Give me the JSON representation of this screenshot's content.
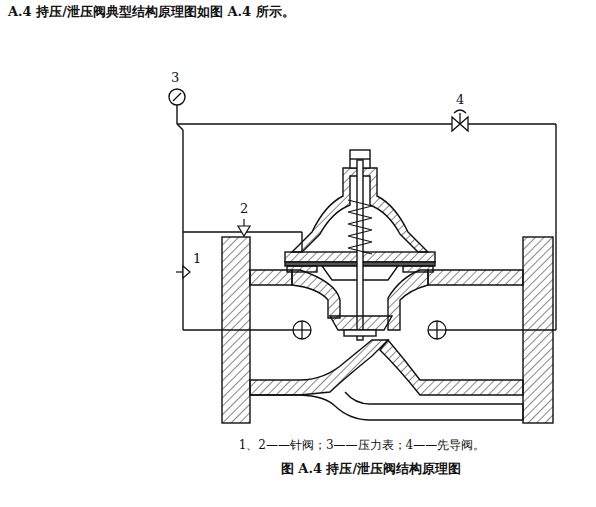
{
  "diagram": {
    "title": "A.4 持压/泄压阀典型结构原理图如图 A.4 所示。",
    "caption": "图 A.4 持压/泄压阀结构原理图",
    "labels": [
      "3",
      "2",
      "1",
      "4",
      "1、2——针阀；3——压力表；4——先导阀。"
    ]
  }
}
